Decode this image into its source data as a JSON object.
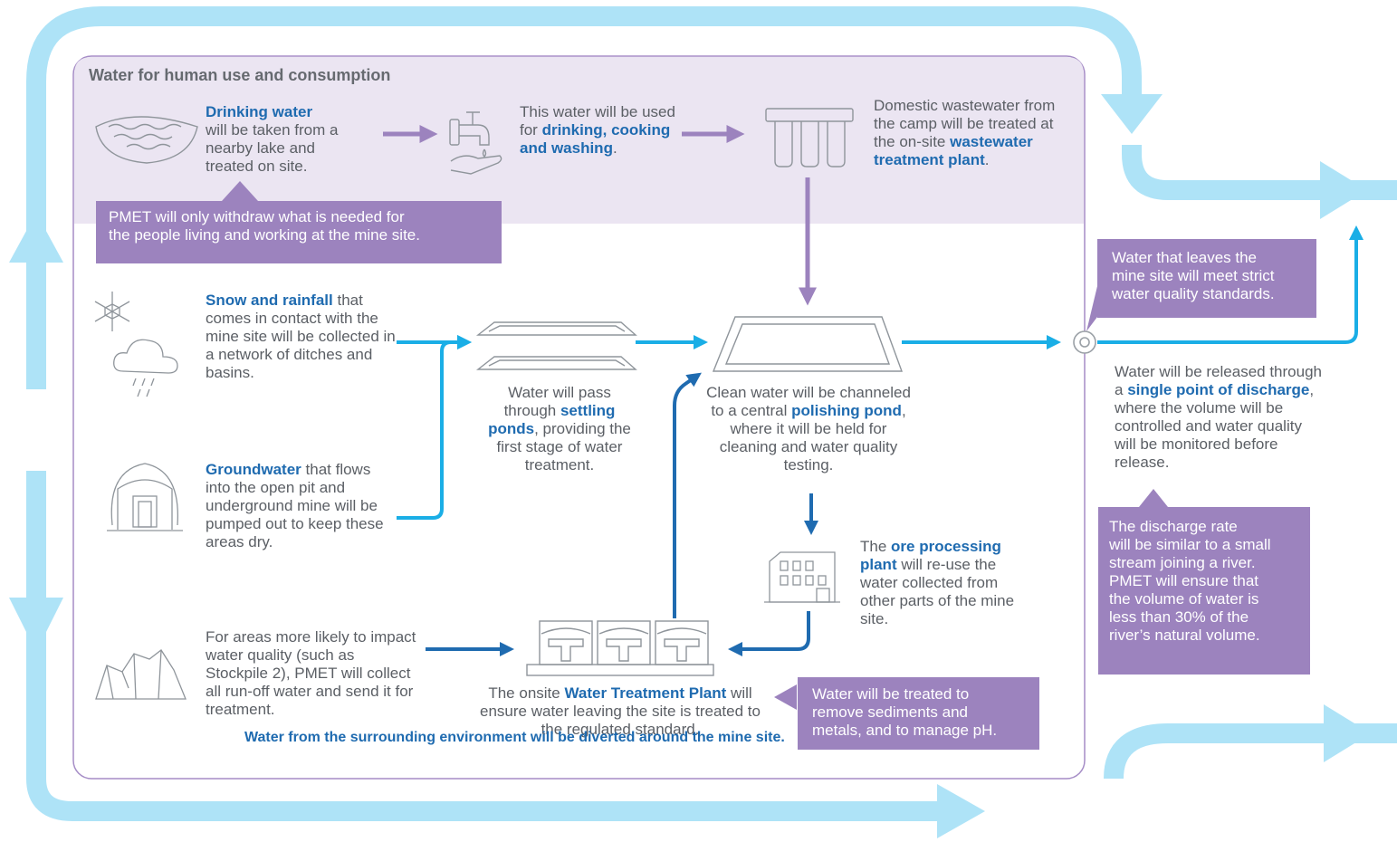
{
  "section": {
    "title": "Water for human use and consumption"
  },
  "drinking": {
    "bold": "Drinking water",
    "text": "will be taken from a nearby lake and treated on site."
  },
  "usage": {
    "text": "This water will be used for ",
    "bold": "drinking, cooking and washing",
    "end": "."
  },
  "domestic": {
    "text": "Domestic wastewater from the camp will be treated at the on-site ",
    "bold": "wastewater treatment plant",
    "end": "."
  },
  "withdraw_note": {
    "lines": [
      "PMET will only withdraw what is needed for",
      "the people living and working at the mine site."
    ]
  },
  "snow": {
    "bold": "Snow and rainfall",
    "text": " that comes in contact with the mine site will be collected in a network of ditches and basins."
  },
  "groundwater": {
    "bold": "Groundwater",
    "text": " that flows into the open pit and underground mine will be pumped out to keep these areas dry."
  },
  "stockpile": {
    "text": "For areas more likely to impact water quality (such as Stockpile 2), PMET will collect all run-off water and send it for treatment."
  },
  "settling": {
    "pre": "Water will pass through ",
    "bold": "settling ponds",
    "post": ", providing the first stage of water treatment."
  },
  "polishing": {
    "pre": "Clean water will be channeled to a central ",
    "bold": "polishing pond",
    "post": ", where it will be held for cleaning and water quality testing."
  },
  "ore": {
    "pre": "The ",
    "bold": "ore processing plant",
    "post": " will re-use the water collected from other parts of the mine site."
  },
  "wtp": {
    "pre": "The onsite ",
    "bold": "Water Treatment Plant",
    "post": " will ensure water leaving the site is treated to the regulated standard."
  },
  "treat_note": {
    "lines": [
      "Water will be treated to",
      "remove sediments and",
      "metals, and to manage pH."
    ]
  },
  "leave_note": {
    "lines": [
      "Water that leaves the",
      "mine site will meet strict",
      "water quality standards."
    ]
  },
  "discharge": {
    "pre": "Water will be released through a ",
    "bold": "single point of discharge",
    "post": ", where the volume will be controlled and water quality will be monitored before release."
  },
  "rate_note": {
    "lines": [
      "The discharge rate",
      "will be similar to a small",
      "stream joining a river.",
      "PMET will ensure that",
      "the volume of water is",
      "less than 30% of the",
      "river’s natural volume."
    ]
  },
  "bottom": {
    "text": "Water from the surrounding environment will be diverted around the mine site."
  },
  "colors": {
    "light_blue": "#aee3f7",
    "cyan": "#1aaee6",
    "dark_blue": "#1f6bb0",
    "purple": "#9c83be",
    "lavender": "#ebe5f2",
    "frame": "#a58cc6"
  },
  "icons": [
    "lake-icon",
    "faucet-icon",
    "filter-icon",
    "snowflake-icon",
    "rain-cloud-icon",
    "mine-entrance-icon",
    "rocks-icon",
    "settling-ponds-icon",
    "polishing-pond-icon",
    "factory-icon",
    "treatment-tanks-icon",
    "discharge-point-icon"
  ]
}
